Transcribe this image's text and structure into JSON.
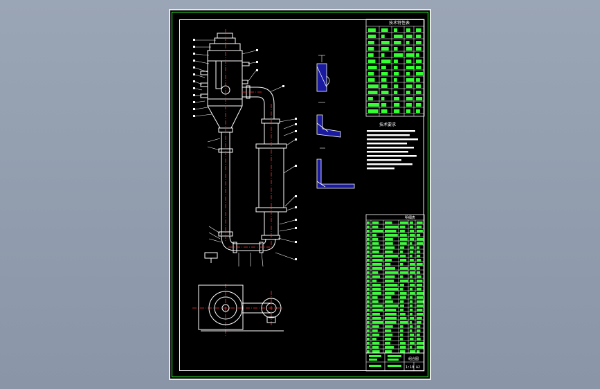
{
  "colors": {
    "background": "#8f9bad",
    "sheet": "#000000",
    "border_outer": "#e8e8e8",
    "border_green": "#33ff33",
    "geometry": "#ffffff",
    "centerline": "#ff3333",
    "table_text": "#33ff33",
    "section_fill": "#1a1aa0"
  },
  "title_block": {
    "label_a": "组合图",
    "label_b": "1:10",
    "label_c": "A2"
  },
  "notes": {
    "heading": "技术要求"
  },
  "tables": {
    "top_header": "技术特性表",
    "parts_header": "明细表"
  }
}
